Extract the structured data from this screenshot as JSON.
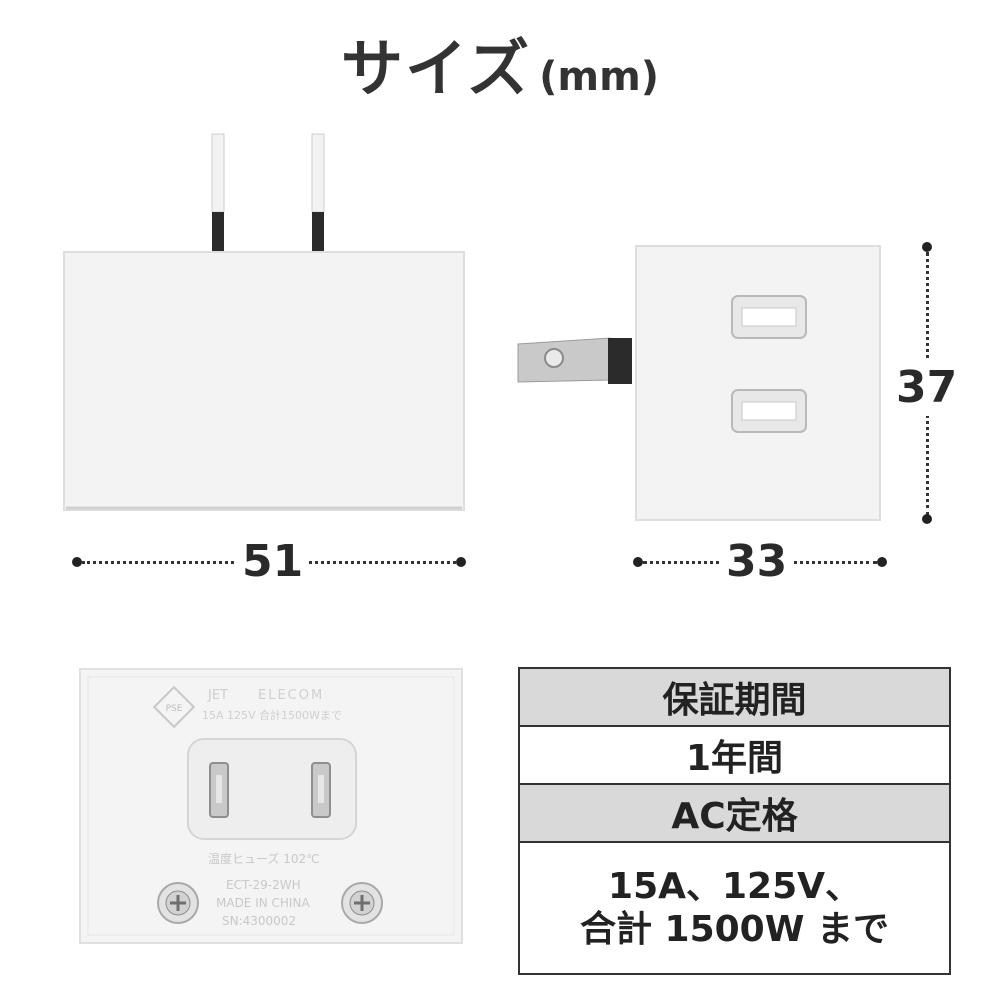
{
  "title": {
    "main": "サイズ",
    "unit": "(mm)"
  },
  "dimensions": {
    "width_front": "51",
    "width_side": "33",
    "height_side": "37"
  },
  "back_label": {
    "brand_jet": "JET",
    "brand": "ELECOM",
    "pse": "PSE",
    "rating": "15A 125V 合計1500Wまで",
    "fuse": "温度ヒューズ 102℃",
    "model": "ECT-29-2WH",
    "origin": "MADE IN CHINA",
    "serial": "SN:4300002"
  },
  "spec": {
    "warranty_label": "保証期間",
    "warranty_value": "1年間",
    "ac_label": "AC定格",
    "ac_value_line1": "15A、125V、",
    "ac_value_line2": "合計 1500W まで"
  }
}
